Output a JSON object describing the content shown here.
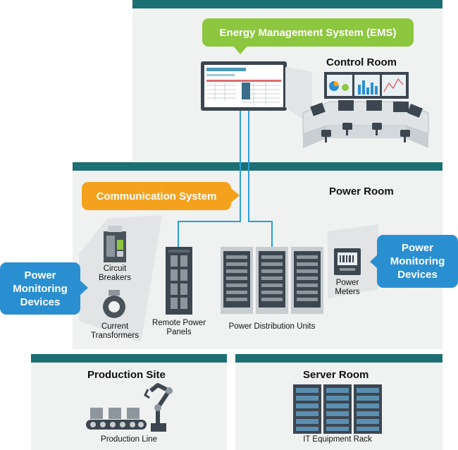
{
  "control": {
    "ems_label": "Energy Management System (EMS)",
    "room_title": "Control Room"
  },
  "power_room": {
    "title": "Power Room",
    "communication_label": "Communication System",
    "monitoring_left": "Power Monitoring Devices",
    "monitoring_right": "Power Monitoring Devices",
    "circuit_breakers": "Circuit Breakers",
    "current_transformers": "Current Transformers",
    "remote_power_panels": "Remote Power Panels",
    "pdu": "Power Distribution Units",
    "power_meters": "Power Meters"
  },
  "production": {
    "title": "Production Site",
    "caption": "Production Line"
  },
  "server": {
    "title": "Server Room",
    "caption": "IT Equipment Rack"
  },
  "colors": {
    "teal": "#1c6f73",
    "green": "#8dc63f",
    "orange": "#f4a21d",
    "blue": "#2a8fd0",
    "link": "#2a9fd6"
  }
}
